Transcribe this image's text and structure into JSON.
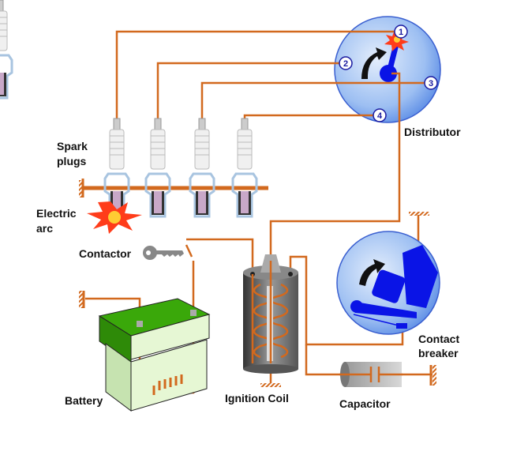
{
  "labels": {
    "distributor": "Distributor",
    "spark_plugs_1": "Spark",
    "spark_plugs_2": "plugs",
    "electric_arc_1": "Electric",
    "electric_arc_2": "arc",
    "contactor": "Contactor",
    "battery": "Battery",
    "ignition_coil": "Ignition Coil",
    "capacitor": "Capacitor",
    "contact_breaker_1": "Contact",
    "contact_breaker_2": "breaker"
  },
  "distributor_terminals": [
    "1",
    "2",
    "3",
    "4"
  ],
  "colors": {
    "wire": "#d2691e",
    "rotor": "#0a14e6",
    "dial": "#a9c8f5",
    "battery_top": "#3aa80a",
    "battery_body": "#e6f7d4"
  }
}
